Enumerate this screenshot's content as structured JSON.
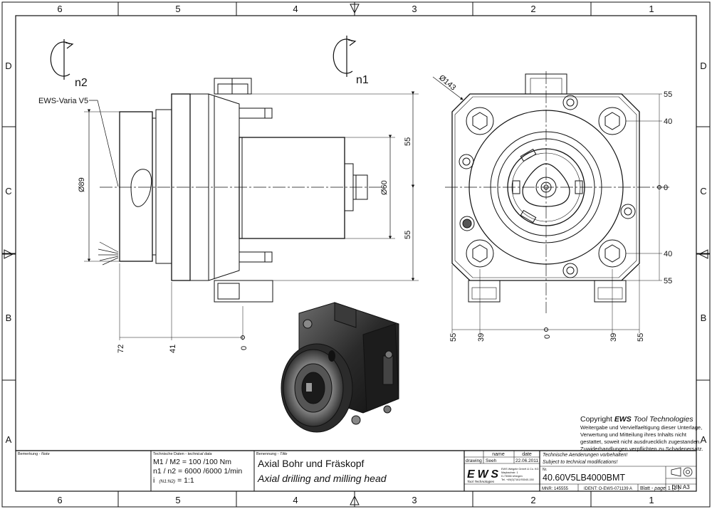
{
  "frame": {
    "columns": [
      "6",
      "5",
      "4",
      "3",
      "2",
      "1"
    ],
    "rows": [
      "D",
      "C",
      "B",
      "A"
    ]
  },
  "rotation_labels": {
    "left": "n2",
    "right": "n1"
  },
  "side_view": {
    "callout": "EWS-Varia V5",
    "dia_89": "Ø89",
    "dia_60": "Ø60",
    "dim_55_top": "55",
    "dim_55_bottom": "55",
    "bottom_dims": [
      "72",
      "41",
      "0"
    ]
  },
  "front_view": {
    "dia_143": "Ø143",
    "right_dims": [
      "55",
      "40",
      "0",
      "40",
      "55"
    ],
    "bottom_dims": [
      "55",
      "39",
      "0",
      "39",
      "55"
    ]
  },
  "copyright": {
    "line1_prefix": "Copyright ",
    "line1_brand": "EWS",
    "line1_suffix": " Tool Technologies",
    "lines": [
      "Weitergabe und Vervielfaeltigung dieser Unterlage,",
      "Verwertung und Mitteilung ihres Inhalts nicht",
      "gestattet, soweit nicht ausdruecklich zugestanden.",
      "Zuwiderhandlungen verpflichten zu Schadenersatz."
    ]
  },
  "title_block": {
    "remark_label": "Bemerkung - ",
    "remark_label_it": "Note",
    "tech_label": "Technische Daten - ",
    "tech_label_it": "technical data",
    "tech_line1": "M1 / M2 = 100 /100 Nm",
    "tech_line2": "n1 / n2 = 6000 /6000  1/min",
    "tech_line3_i": "i",
    "tech_line3_sub": "(N1:N2)",
    "tech_line3_val": "= 1:1",
    "name_label": "Benennung - ",
    "name_label_it": "Title",
    "title_de": "Axial Bohr und Fräskopf",
    "title_en": "Axial drilling and milling head",
    "col_name": "name",
    "col_date": "date",
    "row_label": "drawing",
    "row_name": "Seeh",
    "row_date": "22.06.2011",
    "logo": "EWS",
    "logo_sub": "Tool Technologies",
    "company_lines": [
      "EWS Weigele GmbH & Co. KG",
      "Maybachstr. 1",
      "D-73066 Uhingen",
      "Tel. +49(0)7161/93040-150"
    ],
    "change_de": "Technische Aenderungen vorbehalten!",
    "change_en": "Subject to technical modifications!",
    "nr_label": "Nr.",
    "part_no": "40.60V5LB4000BMT",
    "din": "DIN A3",
    "mnr": "MNR: 145555",
    "ident": "IDENT: O-EWS-071139 A",
    "page_label": "Blatt - ",
    "page_label_it": "page",
    "page_value": "1 (1 )"
  }
}
